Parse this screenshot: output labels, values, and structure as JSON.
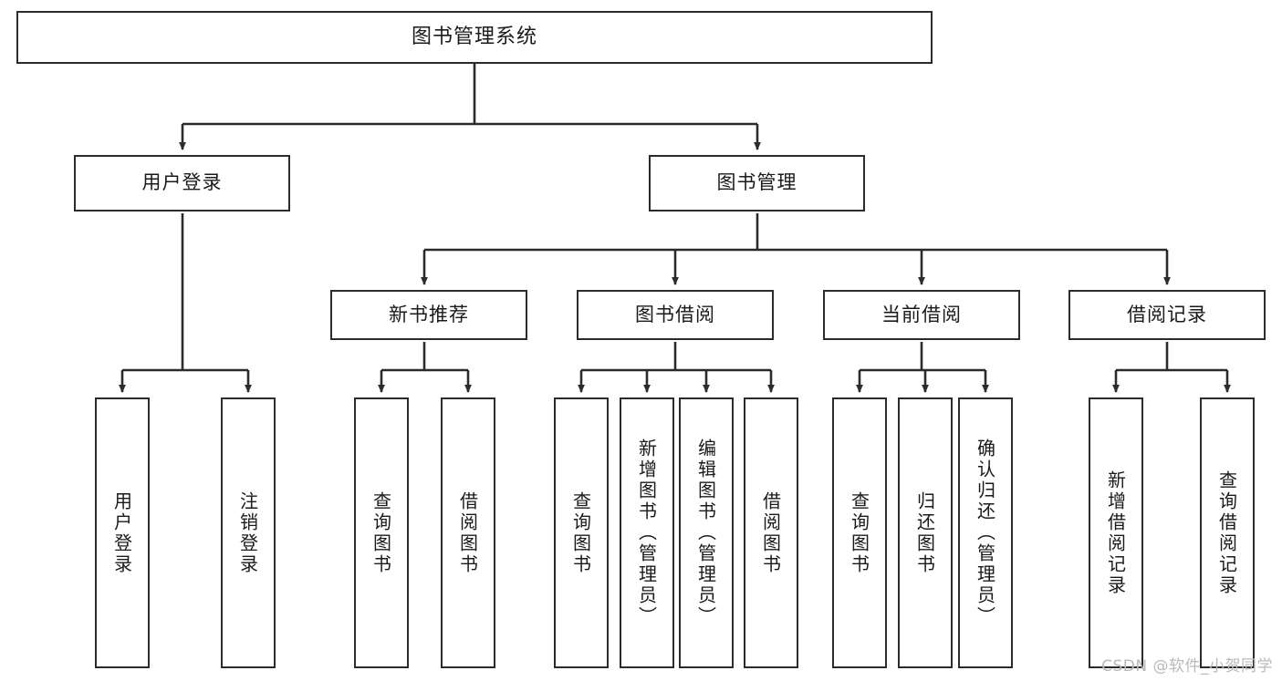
{
  "diagram": {
    "title": "图书管理系统",
    "type": "tree-hierarchy",
    "watermark": "CSDN @软件_小贺同学",
    "colors": {
      "background": "#ffffff",
      "node_border": "#2b2b2b",
      "node_fill": "#ffffff",
      "edge": "#2b2b2b",
      "text": "#1a1a1a",
      "watermark": "#b9b9b9"
    },
    "root": {
      "label": "图书管理系统"
    },
    "level2": [
      {
        "label": "用户登录"
      },
      {
        "label": "图书管理"
      }
    ],
    "level3": [
      {
        "label": "新书推荐"
      },
      {
        "label": "图书借阅"
      },
      {
        "label": "当前借阅"
      },
      {
        "label": "借阅记录"
      }
    ],
    "leaves": {
      "user_login": [
        {
          "label": "用户登录"
        },
        {
          "label": "注销登录"
        }
      ],
      "new_book_recommend": [
        {
          "label": "查询图书"
        },
        {
          "label": "借阅图书"
        }
      ],
      "book_borrow": [
        {
          "label": "查询图书"
        },
        {
          "label": "新增图书（管理员）"
        },
        {
          "label": "编辑图书（管理员）"
        },
        {
          "label": "借阅图书"
        }
      ],
      "current_borrow": [
        {
          "label": "查询图书"
        },
        {
          "label": "归还图书"
        },
        {
          "label": "确认归还（管理员）"
        }
      ],
      "borrow_record": [
        {
          "label": "新增借阅记录"
        },
        {
          "label": "查询借阅记录"
        }
      ]
    }
  }
}
